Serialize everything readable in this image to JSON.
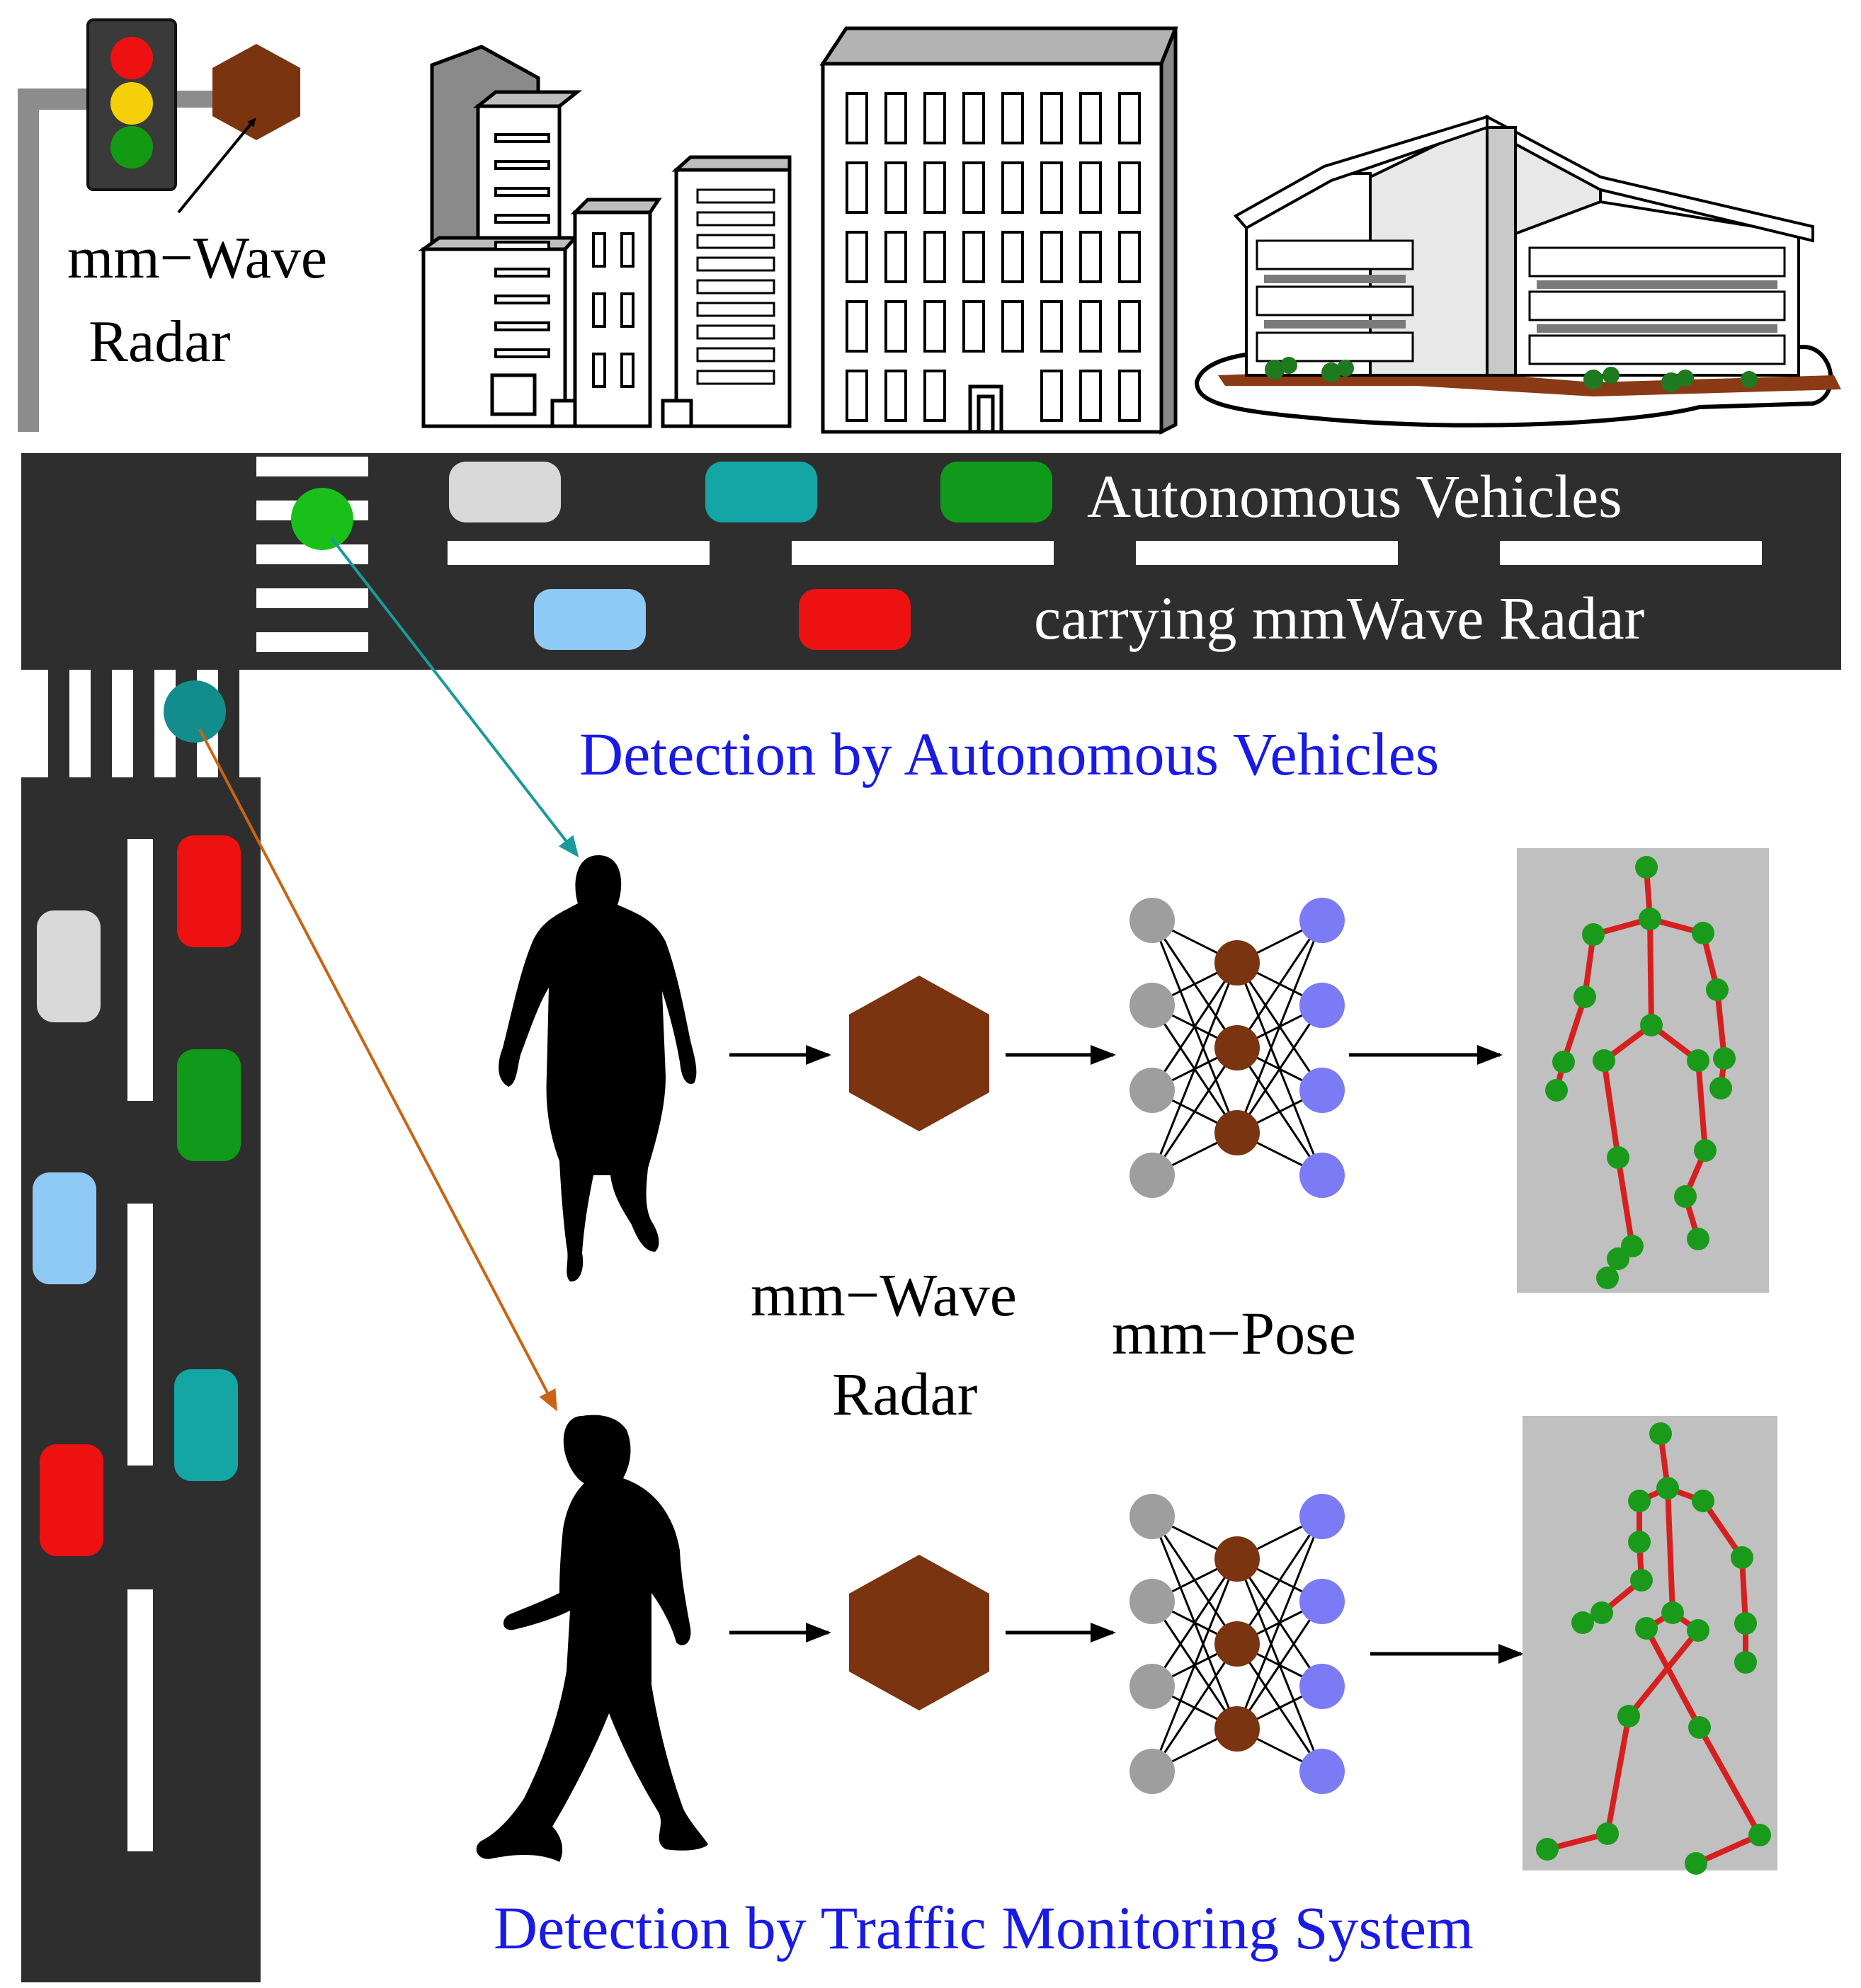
{
  "colors": {
    "road": "#2e2e2e",
    "radar": "#7a3410",
    "skeleton_line": "#d61f1f",
    "skeleton_joint": "#1a9a1a",
    "input_node": "#9e9e9e",
    "hidden_node": "#7a3410",
    "output_node": "#7b7bf5",
    "caption_text": "#1a1ae6",
    "arrow_teal": "#1a9a9a",
    "arrow_orange": "#c86414",
    "car_white": "#d9d9d9",
    "car_teal": "#14a5a5",
    "car_green": "#0f9a1a",
    "car_blue": "#8fcaf5",
    "car_red": "#ee1111"
  },
  "labels": {
    "radar_top": [
      "mm−Wave",
      "Radar"
    ],
    "road_line1": "Autonomous Vehicles",
    "road_line2": "carrying mmWave Radar",
    "caption_top": "Detection by Autonomous Vehicles",
    "radar_mid": [
      "mm−Wave",
      "Radar"
    ],
    "pose_mid": "mm−Pose",
    "caption_bottom": "Detection by Traffic Monitoring System"
  },
  "icons": {
    "traffic_light": "traffic-light-icon",
    "buildings": "building-icon",
    "office": "office-building-icon",
    "pedestrian": "walking-person-icon",
    "radar": "radar-hexagon-icon",
    "network": "neural-network-icon",
    "pose": "skeleton-pose-icon"
  }
}
